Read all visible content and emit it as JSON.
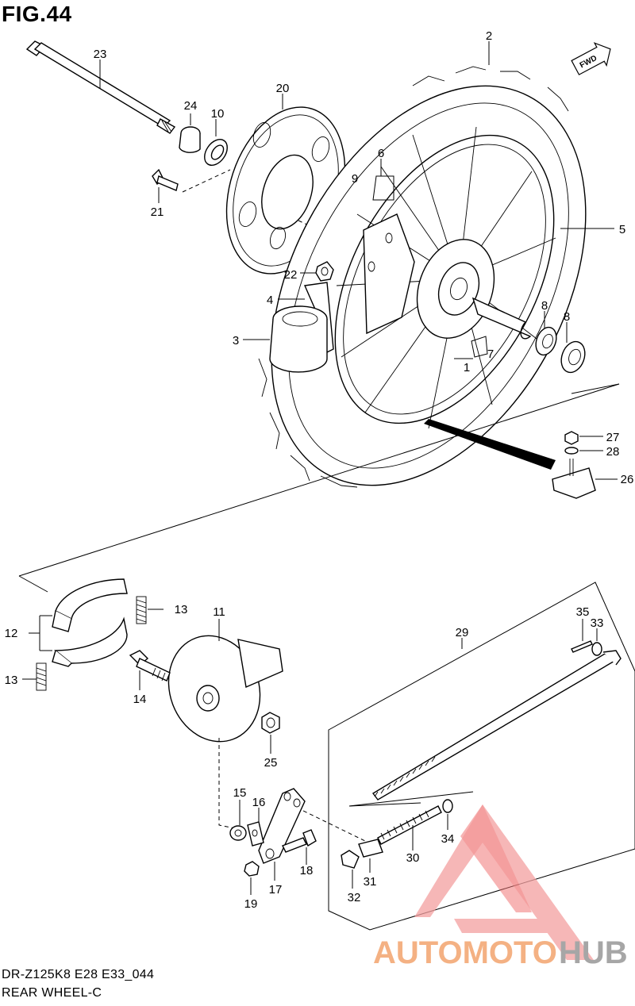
{
  "figure": {
    "title": "FIG.44",
    "model_code": "DR-Z125K8 E28 E33_044",
    "section_name": "REAR WHEEL-C"
  },
  "direction_badge": "FWD",
  "callouts": [
    {
      "id": "c23",
      "label": "23"
    },
    {
      "id": "c24",
      "label": "24"
    },
    {
      "id": "c10",
      "label": "10"
    },
    {
      "id": "c20",
      "label": "20"
    },
    {
      "id": "c21",
      "label": "21"
    },
    {
      "id": "c2",
      "label": "2"
    },
    {
      "id": "c6",
      "label": "6"
    },
    {
      "id": "c9",
      "label": "9"
    },
    {
      "id": "c5",
      "label": "5"
    },
    {
      "id": "c22",
      "label": "22"
    },
    {
      "id": "c4",
      "label": "4"
    },
    {
      "id": "c3",
      "label": "3"
    },
    {
      "id": "c8a",
      "label": "8"
    },
    {
      "id": "c8b",
      "label": "8"
    },
    {
      "id": "c7",
      "label": "7"
    },
    {
      "id": "c1",
      "label": "1"
    },
    {
      "id": "c27",
      "label": "27"
    },
    {
      "id": "c28",
      "label": "28"
    },
    {
      "id": "c26",
      "label": "26"
    },
    {
      "id": "c12",
      "label": "12"
    },
    {
      "id": "c13a",
      "label": "13"
    },
    {
      "id": "c13b",
      "label": "13"
    },
    {
      "id": "c11",
      "label": "11"
    },
    {
      "id": "c14",
      "label": "14"
    },
    {
      "id": "c25",
      "label": "25"
    },
    {
      "id": "c29",
      "label": "29"
    },
    {
      "id": "c35",
      "label": "35"
    },
    {
      "id": "c33",
      "label": "33"
    },
    {
      "id": "c15",
      "label": "15"
    },
    {
      "id": "c16",
      "label": "16"
    },
    {
      "id": "c18",
      "label": "18"
    },
    {
      "id": "c17",
      "label": "17"
    },
    {
      "id": "c19",
      "label": "19"
    },
    {
      "id": "c34",
      "label": "34"
    },
    {
      "id": "c30",
      "label": "30"
    },
    {
      "id": "c31",
      "label": "31"
    },
    {
      "id": "c32",
      "label": "32"
    }
  ],
  "watermark": {
    "part1": "AUTOMOTO",
    "part2": "HUB",
    "color1": "#f4b183",
    "color2": "#a6a6a6",
    "triangle_color": "#f4a0a0"
  }
}
